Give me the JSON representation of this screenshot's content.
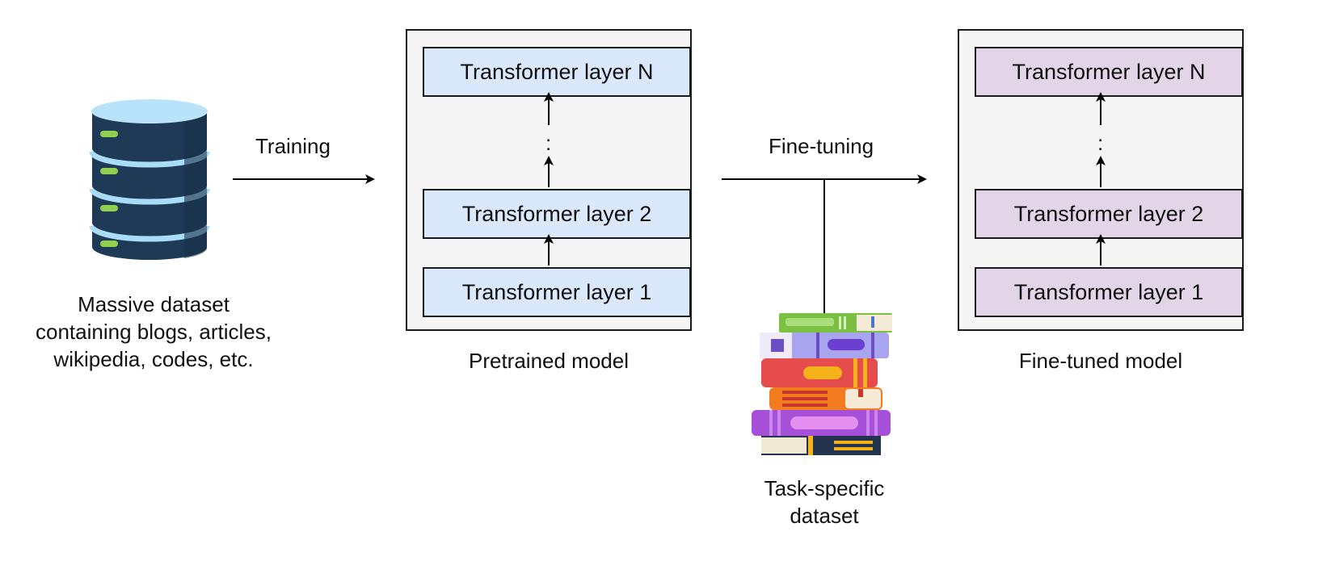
{
  "dataset": {
    "icon": "database-icon",
    "caption_lines": [
      "Massive dataset",
      "containing blogs, articles,",
      "wikipedia, codes, etc."
    ]
  },
  "edges": {
    "training": "Training",
    "fine_tuning": "Fine-tuning"
  },
  "pretrained": {
    "caption": "Pretrained model",
    "layers": [
      "Transformer layer N",
      "Transformer layer 2",
      "Transformer layer 1"
    ],
    "ellipsis": ":"
  },
  "finetuned": {
    "caption": "Fine-tuned model",
    "layers": [
      "Transformer layer N",
      "Transformer layer 2",
      "Transformer layer 1"
    ],
    "ellipsis": ":"
  },
  "task_dataset": {
    "icon": "books-stack-icon",
    "caption_lines": [
      "Task-specific",
      "dataset"
    ]
  },
  "colors": {
    "pretrained_layer": "#dae8fc",
    "finetuned_layer": "#e1d5e7",
    "model_box": "#f5f5f5"
  }
}
